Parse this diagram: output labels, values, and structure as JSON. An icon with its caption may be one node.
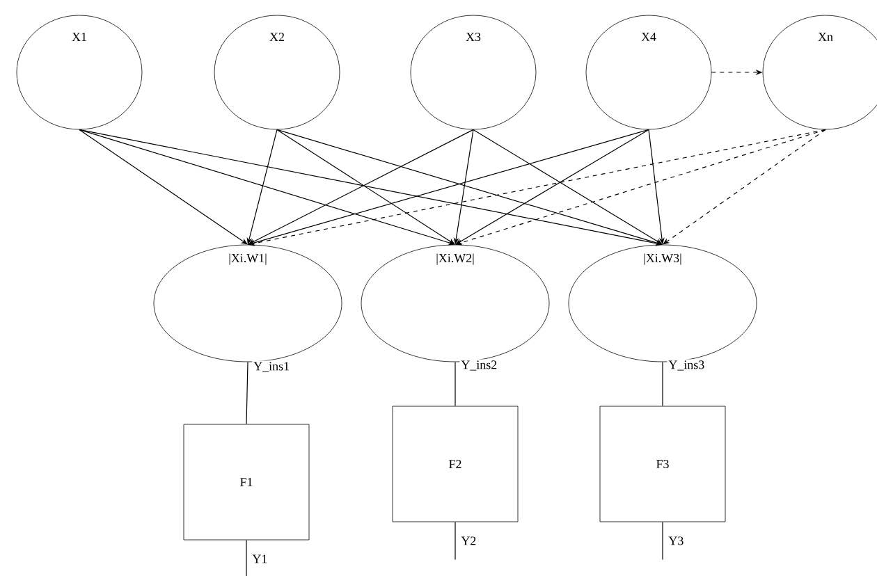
{
  "diagram": {
    "nodes": [
      {
        "text": [
          "X1"
        ]
      },
      {
        "text": [
          "X2"
        ]
      },
      {
        "text": [
          "X3"
        ]
      },
      {
        "text": [
          "X4"
        ]
      },
      {
        "text": [
          "Xn"
        ]
      },
      {
        "text": [
          "|Xi.W1|"
        ]
      },
      {
        "text": [
          "|Xi.W2|"
        ]
      },
      {
        "text": [
          "|Xi.W3|"
        ]
      },
      {
        "text": [
          "F1"
        ]
      },
      {
        "text": [
          "F2"
        ]
      },
      {
        "text": [
          "F3"
        ]
      }
    ],
    "edges": [
      {
        "from": 0,
        "to": 5,
        "arrow": "to"
      },
      {
        "from": 0,
        "to": 6,
        "arrow": "to"
      },
      {
        "from": 0,
        "to": 7,
        "arrow": "to"
      },
      {
        "from": 1,
        "to": 5,
        "arrow": "to"
      },
      {
        "from": 1,
        "to": 6,
        "arrow": "to"
      },
      {
        "from": 1,
        "to": 7,
        "arrow": "to"
      },
      {
        "from": 2,
        "to": 5,
        "arrow": "to"
      },
      {
        "from": 2,
        "to": 6,
        "arrow": "to"
      },
      {
        "from": 2,
        "to": 7,
        "arrow": "to"
      },
      {
        "from": 3,
        "to": 5,
        "arrow": "to"
      },
      {
        "from": 3,
        "to": 6,
        "arrow": "to"
      },
      {
        "from": 3,
        "to": 7,
        "arrow": "to"
      },
      {
        "from": 4,
        "to": 5,
        "arrow": "to",
        "style": "dashed"
      },
      {
        "from": 4,
        "to": 6,
        "arrow": "to",
        "style": "dashed"
      },
      {
        "from": 4,
        "to": 7,
        "arrow": "to",
        "style": "dashed"
      },
      {
        "from": 3,
        "to": 4,
        "arrow": "to",
        "style": "dashed"
      },
      {
        "from": 5,
        "to": 8,
        "arrow": "none",
        "label": "Y_ins1"
      },
      {
        "from": 6,
        "to": 9,
        "arrow": "none",
        "label": "Y_ins2"
      },
      {
        "from": 7,
        "to": 10,
        "arrow": "none",
        "label": "Y_ins3"
      },
      {
        "from": 8,
        "to": null,
        "arrow": "none",
        "label": "Y1"
      },
      {
        "from": 9,
        "to": null,
        "arrow": "none",
        "label": "Y2"
      },
      {
        "from": 10,
        "to": null,
        "arrow": "none",
        "label": "Y3"
      }
    ]
  }
}
